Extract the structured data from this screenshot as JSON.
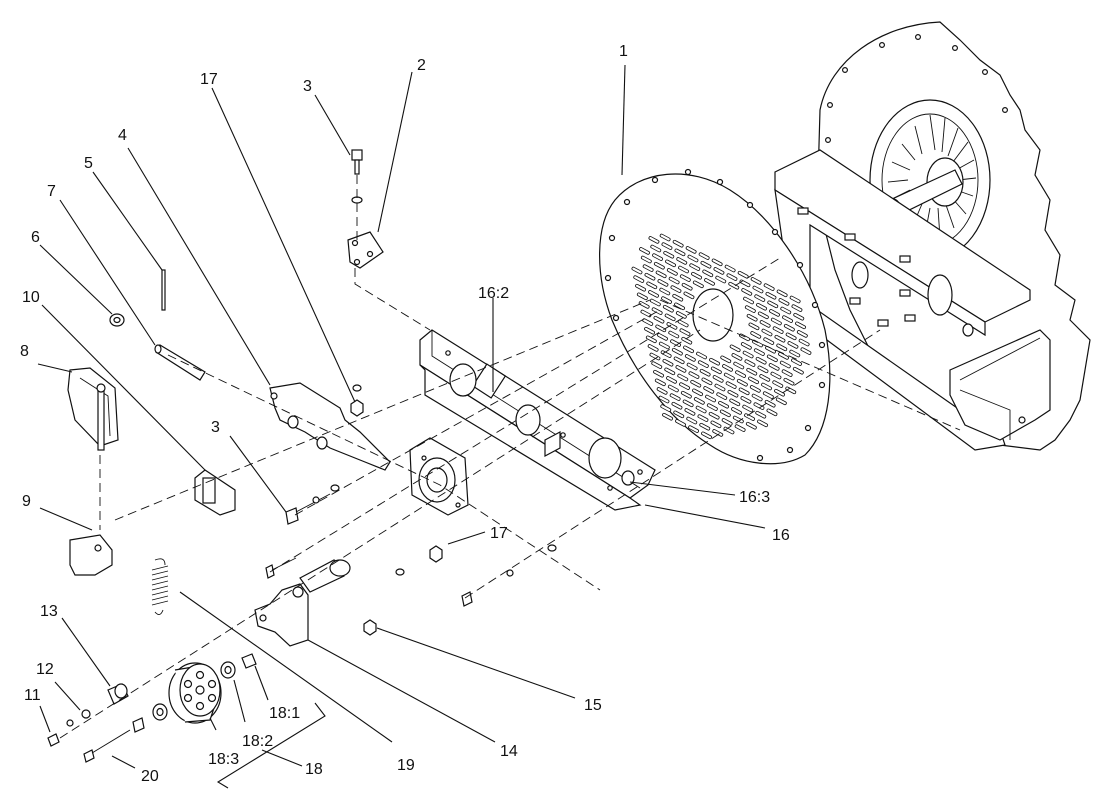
{
  "callouts": {
    "c1": "1",
    "c2": "2",
    "c3a": "3",
    "c3b": "3",
    "c4": "4",
    "c5": "5",
    "c6": "6",
    "c7": "7",
    "c8": "8",
    "c9": "9",
    "c10": "10",
    "c11": "11",
    "c12": "12",
    "c13": "13",
    "c14": "14",
    "c15": "15",
    "c16": "16",
    "c16_2": "16:2",
    "c16_3": "16:3",
    "c17a": "17",
    "c17b": "17",
    "c18": "18",
    "c18_1": "18:1",
    "c18_2": "18:2",
    "c18_3": "18:3",
    "c19": "19",
    "c20": "20"
  }
}
